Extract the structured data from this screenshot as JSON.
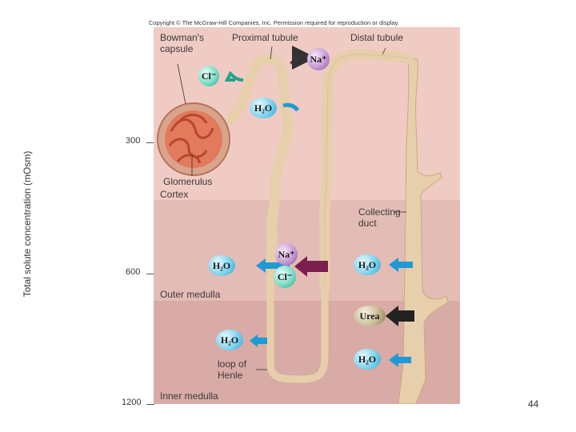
{
  "copyright": "Copyright © The McGraw-Hill Companies, Inc. Permission required for reproduction or display.",
  "axis": {
    "title": "Total solute concentration (mOsm)",
    "ticks": [
      "300",
      "600",
      "1200"
    ]
  },
  "zones": {
    "cortex": "Cortex",
    "outer_medulla": "Outer medulla",
    "inner_medulla": "Inner medulla"
  },
  "labels": {
    "bowmans_capsule": "Bowman's\ncapsule",
    "proximal_tubule": "Proximal tubule",
    "distal_tubule": "Distal tubule",
    "glomerulus": "Glomerulus",
    "collecting_duct": "Collecting\nduct",
    "loop_of_henle": "loop of\nHenle"
  },
  "ions": {
    "cl_top": "Cl⁻",
    "na_top": "Na⁺",
    "h2o_proximal": "H₂O",
    "na_mid": "Na⁺",
    "cl_mid": "Cl⁻",
    "h2o_left_outer": "H₂O",
    "h2o_right_outer": "H₂O",
    "urea": "Urea",
    "h2o_loop": "H₂O",
    "h2o_right_inner": "H₂O"
  },
  "colors": {
    "water_arrow": "#1e9ad6",
    "salt_arrow": "#7a1f4f",
    "urea_arrow": "#222222",
    "tubule": "#e8cfac"
  },
  "page_number": "44"
}
